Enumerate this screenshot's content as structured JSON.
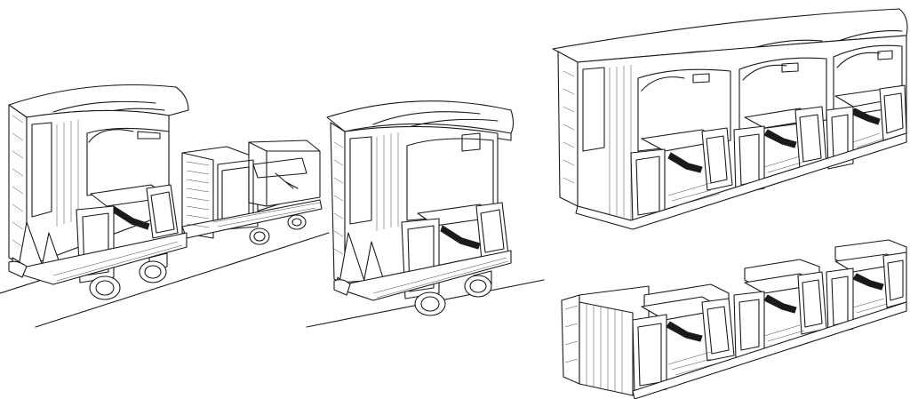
{
  "figure": {
    "illustrations": [
      {
        "id": "carriage-pair",
        "components": [
          "covered-carriage",
          "open-trailer-car"
        ]
      },
      {
        "id": "single-covered-carriage",
        "components": [
          "covered-carriage"
        ]
      },
      {
        "id": "three-bay-covered-coach",
        "components": [
          "roofed-coach",
          "bench-seat",
          "bench-seat",
          "bench-seat"
        ]
      },
      {
        "id": "three-bay-open-coach",
        "components": [
          "open-coach",
          "bench-seat",
          "bench-seat",
          "bench-seat"
        ]
      }
    ],
    "colors": {
      "stroke": "#1a1a1a",
      "background": "#ffffff"
    }
  }
}
